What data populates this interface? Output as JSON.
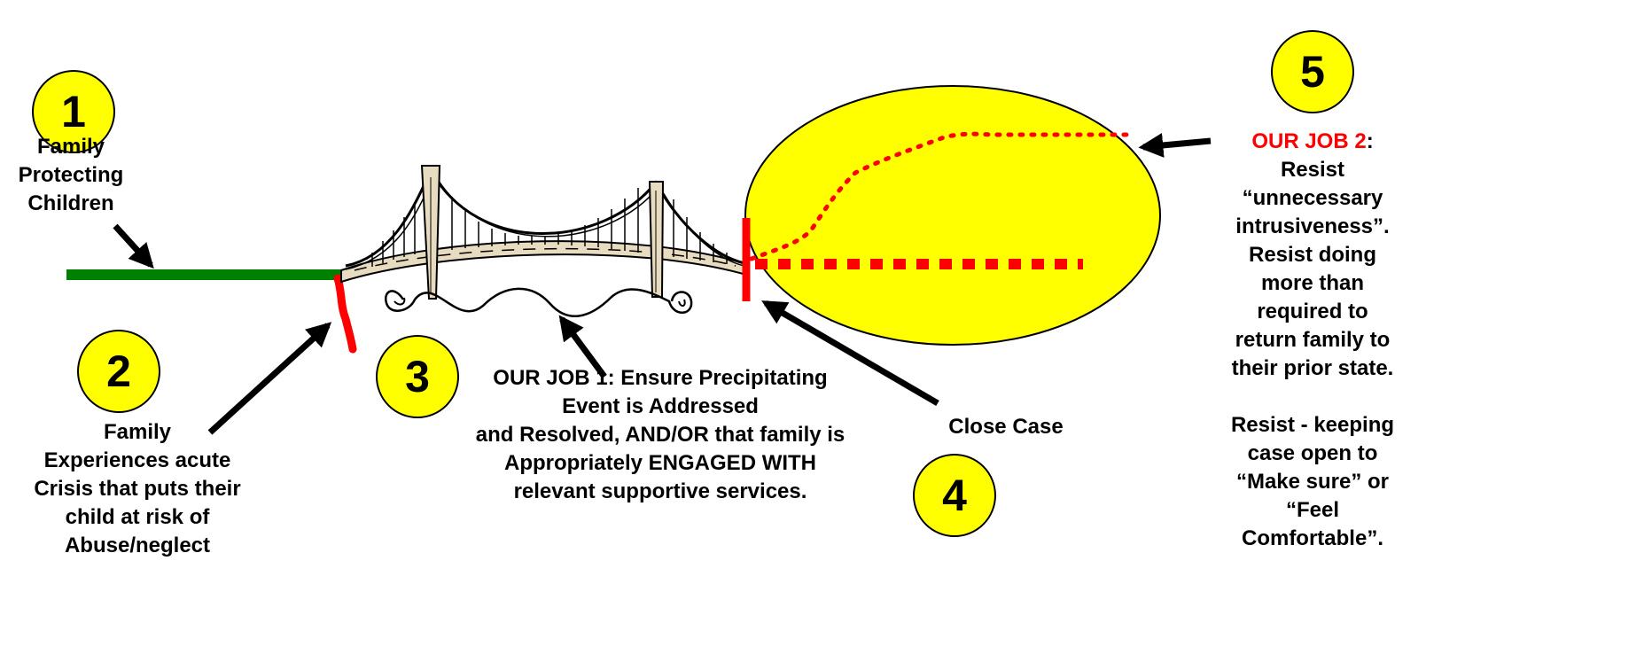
{
  "colors": {
    "marker_fill": "#ffff00",
    "stage_line": "#008000",
    "accent": "#ff0000",
    "ellipse_fill": "#ffff00",
    "bridge_fill": "#e8dcc0"
  },
  "markers": [
    "1",
    "2",
    "3",
    "4",
    "5"
  ],
  "step1": {
    "lines": [
      "Family",
      "Protecting",
      "Children"
    ]
  },
  "step2": {
    "lines": [
      "Family",
      "Experiences acute",
      "Crisis that puts their",
      "child at risk of",
      "Abuse/neglect"
    ]
  },
  "step3": {
    "lines": [
      "OUR JOB 1: Ensure Precipitating",
      "Event is Addressed",
      "and Resolved, AND/OR  that family is",
      "Appropriately ENGAGED WITH",
      "relevant supportive services."
    ]
  },
  "step4": {
    "label": "Close Case"
  },
  "step5": {
    "title_red": "OUR JOB 2",
    "title_colon": ":",
    "lines": [
      "Resist",
      "“unnecessary",
      "intrusiveness”.",
      "Resist doing",
      "more than",
      "required to",
      "return family to",
      "their prior state."
    ],
    "lines2": [
      "Resist - keeping",
      "case open to",
      "“Make sure” or",
      "“Feel",
      "Comfortable”."
    ]
  }
}
